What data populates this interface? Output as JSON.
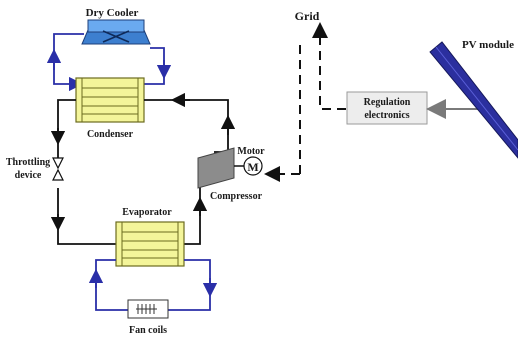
{
  "labels": {
    "dry_cooler": "Dry Cooler",
    "condenser": "Condenser",
    "throttling_line1": "Throttling",
    "throttling_line2": "device",
    "evaporator": "Evaporator",
    "fan_coils": "Fan coils",
    "motor": "Motor",
    "motor_symbol": "M",
    "compressor": "Compressor",
    "grid": "Grid",
    "regulation_line1": "Regulation",
    "regulation_line2": "electronics",
    "pv_module": "PV module"
  },
  "colors": {
    "water_loop": "#2a2fa8",
    "refrigerant_loop": "#111111",
    "heat_exchanger_fill": "#f4f59a",
    "heat_exchanger_stroke": "#6b6b1e",
    "dry_cooler_fill": "#4a8fd8",
    "compressor_fill": "#8c8c8c",
    "pv_fill": "#2b2f9e",
    "regulation_fill": "#ededed"
  },
  "icons": {
    "dry_cooler": "fan-unit-icon",
    "compressor": "compressor-icon",
    "throttling_valve": "expansion-valve-icon",
    "motor": "motor-icon",
    "fan_coil": "fan-coil-icon"
  }
}
